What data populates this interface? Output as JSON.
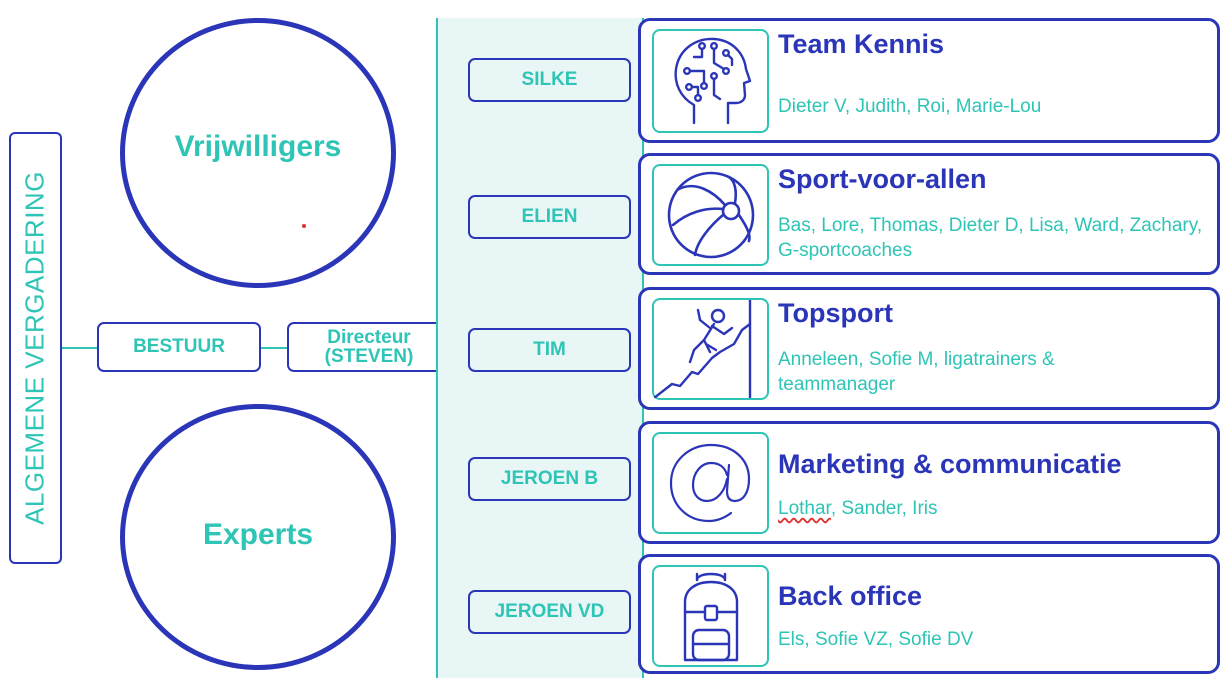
{
  "side_label": "ALGEMENE VERGADERING",
  "circles": {
    "top": "Vrijwilligers",
    "bottom": "Experts"
  },
  "bestuur": "BESTUUR",
  "directeur": {
    "line1": "Directeur",
    "line2": "(STEVEN)"
  },
  "people": [
    "SILKE",
    "ELIEN",
    "TIM",
    "JEROEN B",
    "JEROEN VD"
  ],
  "teams": [
    {
      "title": "Team Kennis",
      "members": "Dieter V, Judith, Roi, Marie-Lou",
      "icon": "brain-icon"
    },
    {
      "title": "Sport-voor-allen",
      "members": "Bas, Lore, Thomas, Dieter D, Lisa, Ward, Zachary, G-sportcoaches",
      "icon": "ball-icon"
    },
    {
      "title": "Topsport",
      "members": "Anneleen, Sofie M, ligatrainers & teammanager",
      "icon": "climber-icon"
    },
    {
      "title": "Marketing & communicatie",
      "members_parts": [
        "Lothar",
        ", Sander, Iris"
      ],
      "icon": "at-icon"
    },
    {
      "title": "Back office",
      "members": "Els, Sofie VZ, Sofie DV",
      "icon": "backpack-icon"
    }
  ],
  "colors": {
    "navy": "#2a35b8",
    "teal": "#2ec4b6",
    "panel": "#e9f6f6"
  }
}
